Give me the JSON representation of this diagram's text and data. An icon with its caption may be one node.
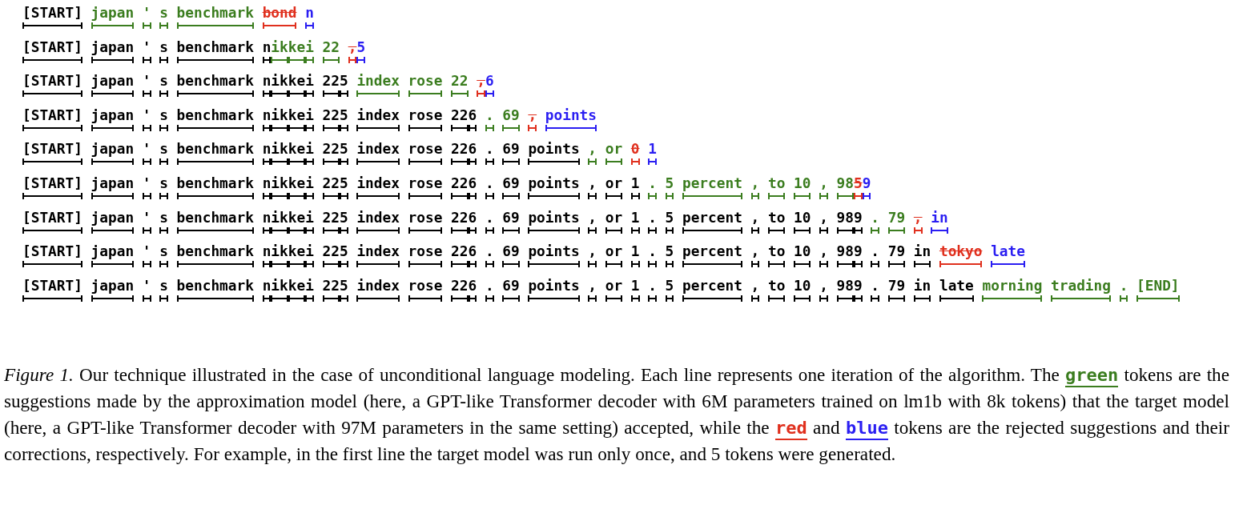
{
  "diagram": {
    "caption": "*Figure 1.* Our technique illustrated in the case of unconditional language modeling. Each line represents one iteration of the algorithm. The **green** tokens are the suggestions made by the approximation model (here, a GPT-like Transformer decoder with 6M parameters trained on lm1b with 8k tokens) that the target model (here, a GPT-like Transformer decoder with 97M parameters in the same setting) accepted, while the **red** and **blue** tokens are the rejected suggestions and their corrections, respectively. For example, in the first line the target model was run only once, and 5 tokens were generated.",
    "labels": [
      "[START]",
      "japan",
      "'",
      "s",
      "benchmark",
      "bond",
      "n",
      "[START]",
      "japan",
      "'",
      "s",
      "benchmark",
      "n",
      "ik",
      "ke",
      "i",
      "22",
      ",",
      "5",
      "[START]",
      "japan",
      "'",
      "s",
      "benchmark",
      "n",
      "ik",
      "ke",
      "i",
      "22",
      "5",
      "index",
      "rose",
      "22",
      ",",
      "6",
      "[START]",
      "japan",
      "'",
      "s",
      "benchmark",
      "n",
      "ik",
      "ke",
      "i",
      "22",
      "5",
      "index",
      "rose",
      "22",
      "6",
      ".",
      "69",
      ",",
      "points",
      "[START]",
      "japan",
      "'",
      "s",
      "benchmark",
      "n",
      "ik",
      "ke",
      "i",
      "22",
      "5",
      "index",
      "rose",
      "22",
      "6",
      ".",
      "69",
      "points",
      ",",
      "or",
      "0",
      "1",
      "[START]",
      "japan",
      "'",
      "s",
      "benchmark",
      "n",
      "ik",
      "ke",
      "i",
      "22",
      "5",
      "index",
      "rose",
      "22",
      "6",
      ".",
      "69",
      "points",
      ",",
      "or",
      "1",
      ".",
      "5",
      "percent",
      ",",
      "to",
      "10",
      ",",
      "98",
      "5",
      "9",
      "[START]",
      "japan",
      "'",
      "s",
      "benchmark",
      "n",
      "ik",
      "ke",
      "i",
      "22",
      "5",
      "index",
      "rose",
      "22",
      "6",
      ".",
      "69",
      "points",
      ",",
      "or",
      "1",
      ".",
      "5",
      "percent",
      ",",
      "to",
      "10",
      ",",
      "98",
      "9",
      ".",
      "79",
      ",",
      "in",
      "[START]",
      "japan",
      "'",
      "s",
      "benchmark",
      "n",
      "ik",
      "ke",
      "i",
      "22",
      "5",
      "index",
      "rose",
      "22",
      "6",
      ".",
      "69",
      "points",
      ",",
      "or",
      "1",
      ".",
      "5",
      "percent",
      ",",
      "to",
      "10",
      ",",
      "98",
      "9",
      ".",
      "79",
      "in",
      "tokyo",
      "late",
      "[START]",
      "japan",
      "'",
      "s",
      "benchmark",
      "n",
      "ik",
      "ke",
      "i",
      "22",
      "5",
      "index",
      "rose",
      "22",
      "6",
      ".",
      "69",
      "points",
      ",",
      "or",
      "1",
      ".",
      "5",
      "percent",
      ",",
      "to",
      "10",
      ",",
      "98",
      "9",
      ".",
      "79",
      "in",
      "late",
      "morning",
      "trading",
      ".",
      "[END]"
    ]
  }
}
